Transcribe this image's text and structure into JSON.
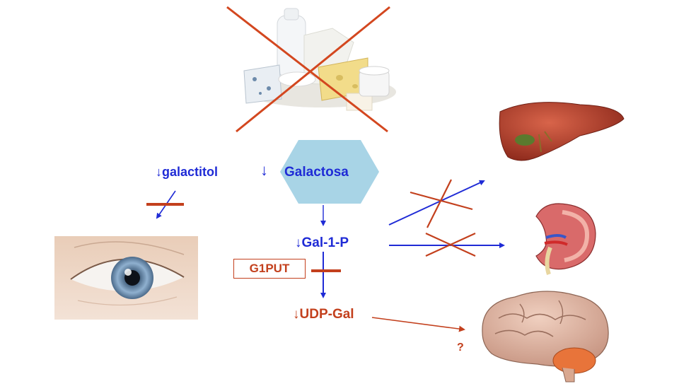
{
  "diagram": {
    "labels": {
      "galactitol": "↓galactitol",
      "galactosa_arrow": "↓",
      "galactosa": "Galactosa",
      "gal1p": "↓Gal-1-P",
      "udpgal": "↓UDP-Gal",
      "g1put": "G1PUT",
      "question": "?"
    },
    "colors": {
      "blue": "#1f2bd6",
      "red": "#c3401d",
      "hexagon": "#a8d4e6"
    },
    "icons": [
      "dairy-products-icon",
      "eye-icon",
      "liver-icon",
      "kidney-icon",
      "brain-icon"
    ]
  }
}
